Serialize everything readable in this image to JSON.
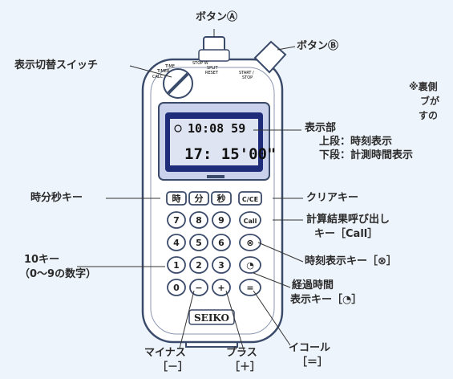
{
  "labels": {
    "button_a": "ボタンⒶ",
    "button_b": "ボタンⒷ",
    "display_switch": "表示切替スイッチ",
    "display_section": "表示部",
    "display_upper": "上段：時刻表示",
    "display_lower": "下段：計測時間表示",
    "hms_key": "時分秒キー",
    "clear_key": "クリアキー",
    "call_key_line1": "計算結果呼び出し",
    "call_key_line2": "キー［Call］",
    "time_key": "時刻表示キー［⊗］",
    "ten_key_line1": "10キー",
    "ten_key_line2": "（0～9の数字）",
    "elapsed_line1": "経過時間",
    "elapsed_line2": "表示キー［◔］",
    "minus_line1": "マイナス",
    "minus_line2": "［－］",
    "plus_line1": "プラス",
    "plus_line2": "［＋］",
    "equal_line1": "イコール",
    "equal_line2": "［＝］",
    "note_line1": "※裏側",
    "note_line2": "ブが",
    "note_line3": "すの"
  },
  "device": {
    "switch_labels": [
      "STOP W",
      "TIME",
      "TIMER",
      "CALC"
    ],
    "split_reset": "SPLIT\nRESET",
    "start_stop": "START /\nSTOP",
    "display_top": "10:08 59",
    "display_bottom": "17: 15'00\"",
    "brand": "SEIKO",
    "keys": {
      "row1": [
        "時",
        "分",
        "秒",
        "C/CE"
      ],
      "row2": [
        "7",
        "8",
        "9",
        "Call"
      ],
      "row3": [
        "4",
        "5",
        "6",
        "⊗"
      ],
      "row4": [
        "1",
        "2",
        "3",
        "◔"
      ],
      "row5": [
        "0",
        "−",
        "+",
        "="
      ]
    }
  },
  "colors": {
    "background": "#eef4fb",
    "body_outline": "#3a4a6a",
    "lcd": "#1e2c7a",
    "label_text": "#2a2a2a"
  }
}
